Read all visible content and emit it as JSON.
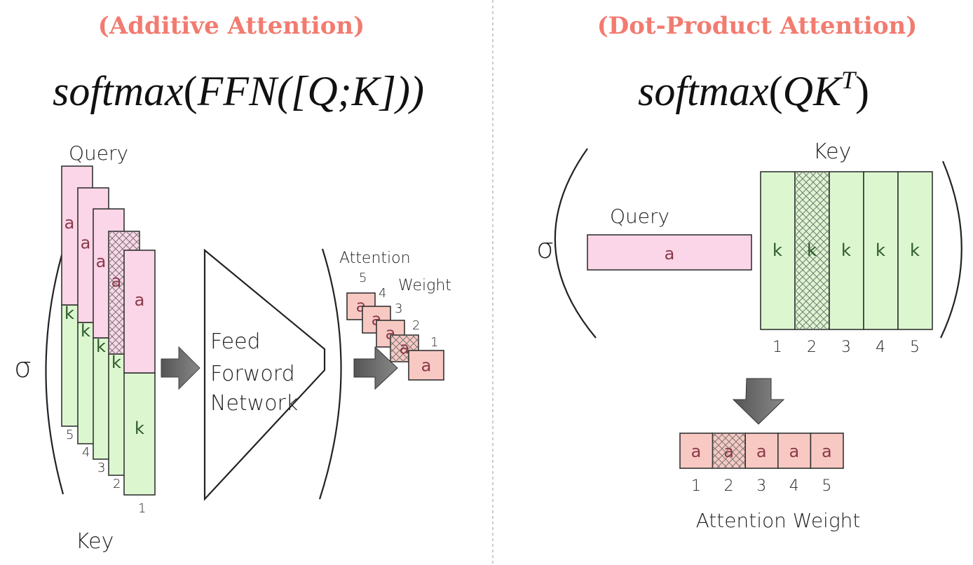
{
  "left": {
    "title": "(Additive Attention)",
    "formula": {
      "fn": "softmax",
      "open": "(",
      "inner": "FFN",
      "args": "([Q;K]))"
    },
    "sigma": "σ",
    "query_label": "Query",
    "key_label": "Key",
    "query_cell": "a",
    "key_cell": "k",
    "indices": [
      "5",
      "4",
      "3",
      "2",
      "1"
    ],
    "ffn_lines": [
      "Feed",
      "Forword",
      "Network"
    ],
    "weight_label": [
      "Attention",
      "Weight"
    ],
    "weight_cell": "a",
    "highlighted_index": "2"
  },
  "right": {
    "title": "(Dot-Product Attention)",
    "formula": {
      "fn": "softmax",
      "open": "(",
      "args": "QK",
      "sup": "T",
      "close": ")"
    },
    "sigma": "σ",
    "query_label": "Query",
    "query_cell": "a",
    "key_label": "Key",
    "key_cell": "k",
    "indices": [
      "1",
      "2",
      "3",
      "4",
      "5"
    ],
    "weight_cell": "a",
    "weight_label": "Attention Weight",
    "highlighted_index": "2"
  },
  "colors": {
    "title": "#f27b70",
    "query": "#fbd6e8",
    "key": "#dcf7cf",
    "weight": "#f8c9c2"
  }
}
